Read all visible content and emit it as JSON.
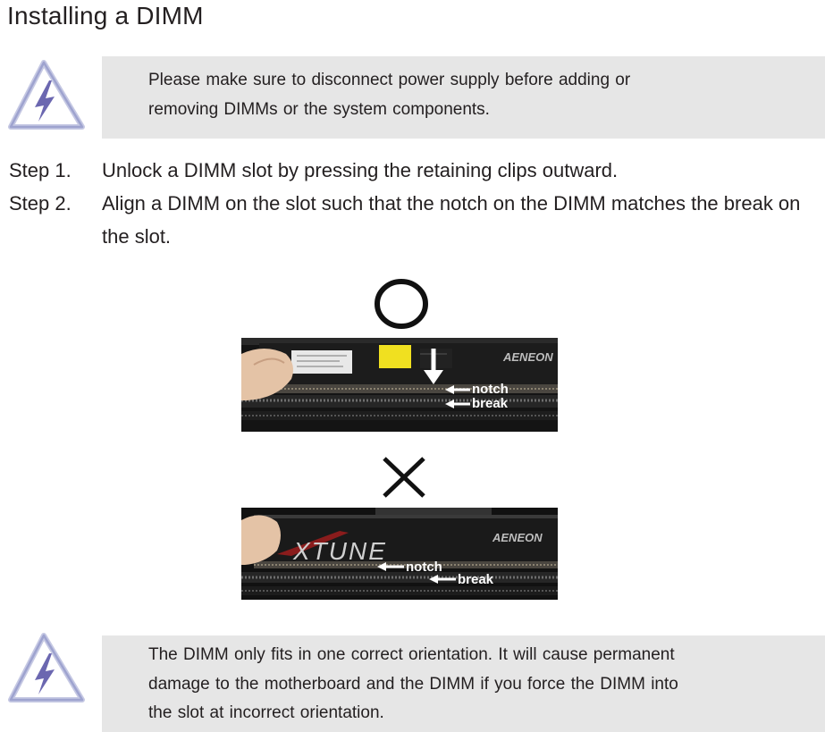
{
  "heading": "Installing a DIMM",
  "warning_top": {
    "icon": "high-voltage-warning-icon",
    "lines": [
      "Please make sure to disconnect power supply before adding or",
      "removing DIMMs or the system components."
    ]
  },
  "steps": [
    {
      "number": "Step 1.",
      "text": "Unlock a DIMM slot by pressing the retaining clips outward."
    },
    {
      "number": "Step 2.",
      "text": "Align a DIMM on the slot such that the notch on the DIMM matches the break on the slot."
    }
  ],
  "figure_correct": {
    "mark": "circle-mark",
    "callouts": {
      "notch": "notch",
      "break": "break"
    },
    "module_brand": "AENEON"
  },
  "figure_incorrect": {
    "mark": "cross-mark",
    "callouts": {
      "notch": "notch",
      "break": "break"
    },
    "module_brand": "AENEON",
    "heatsink_logo": "XTUNE"
  },
  "warning_bottom": {
    "icon": "high-voltage-warning-icon",
    "lines": [
      "The DIMM only fits in one correct orientation. It will cause permanent",
      "damage to the motherboard and the DIMM if you force the DIMM into",
      "the slot at incorrect orientation."
    ]
  },
  "colors": {
    "notice_background": "#e6e6e6",
    "icon_border": "#9ea3cf",
    "icon_bolt": "#6b67b0",
    "text": "#231f20"
  }
}
